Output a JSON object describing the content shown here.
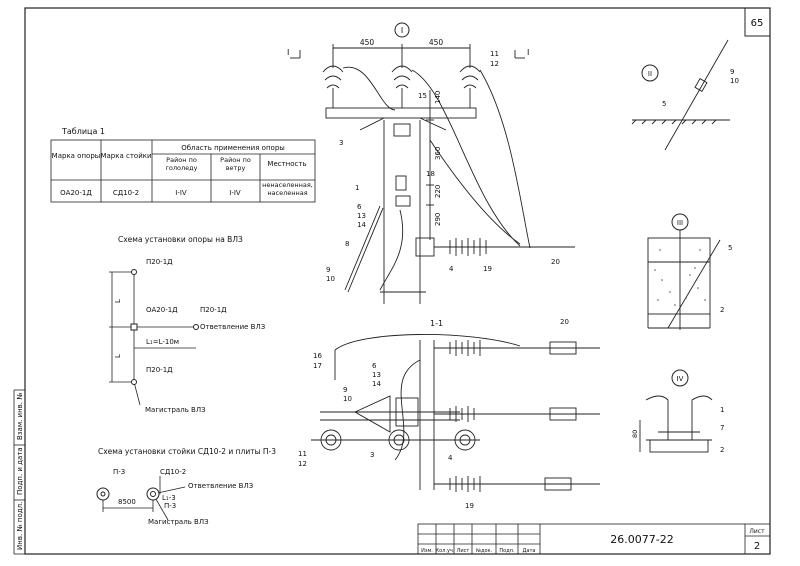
{
  "page": {
    "number": "65"
  },
  "stamp": {
    "code": "26.0077-22",
    "sheet_label": "Лист",
    "sheet_number": "2",
    "columns": [
      "Изм.",
      "Кол.уч.",
      "Лист",
      "№док.",
      "Подп.",
      "Дата"
    ]
  },
  "side_stamp": [
    "Инв. № подл.",
    "Подп. и дата",
    "Взам. инв. №"
  ],
  "table": {
    "title": "Таблица 1",
    "headers": {
      "support_brand": "Марка опоры",
      "post_brand": "Марка стойки",
      "application": "Область применения опоры",
      "ice_region": "Район по гололеду",
      "wind_region": "Район по ветру",
      "terrain": "Местность"
    },
    "row": {
      "support_brand": "ОА20-1Д",
      "post_brand": "СД10-2",
      "ice_region": "I-IV",
      "wind_region": "I-IV",
      "terrain": "ненаселенная, населенная"
    }
  },
  "scheme1": {
    "title": "Схема установки опоры на ВЛЗ",
    "top_support": "П20-1Д",
    "mid_support": "ОА20-1Д",
    "right_support": "П20-1Д",
    "branch": "Ответвление ВЛЗ",
    "bottom_support": "П20-1Д",
    "mainline": "Магистраль ВЛЗ",
    "span_l": "L",
    "span_formula": "L₁=L-10м"
  },
  "scheme2": {
    "title": "Схема установки стойки СД10-2 и плиты П-3",
    "plate_left": "П-3",
    "post": "СД10-2",
    "branch": "Ответвление ВЛЗ",
    "plate_right": "П-3",
    "distance": "8500",
    "mainline": "Магистраль ВЛЗ",
    "formula": "L₁-3"
  },
  "main_view": {
    "circle_label": "I",
    "dim_left": "450",
    "dim_right": "450",
    "dims_vertical": [
      "140",
      "360",
      "220",
      "290"
    ],
    "section_mark": "I",
    "callouts": [
      "15",
      "3",
      "1",
      "18",
      "6",
      "13",
      "14",
      "8",
      "9",
      "10",
      "4",
      "19",
      "20",
      "11",
      "12"
    ]
  },
  "section_view": {
    "title": "1-1",
    "callouts": [
      "20",
      "16",
      "17",
      "6",
      "13",
      "14",
      "9",
      "10",
      "11",
      "12",
      "3",
      "4",
      "19"
    ]
  },
  "detail_II": {
    "label": "II",
    "callouts": [
      "9",
      "10",
      "5"
    ]
  },
  "detail_III": {
    "label": "III",
    "callouts": [
      "5",
      "2"
    ]
  },
  "detail_IV": {
    "label": "IV",
    "callouts": [
      "1",
      "7",
      "2"
    ],
    "dim": "80"
  }
}
